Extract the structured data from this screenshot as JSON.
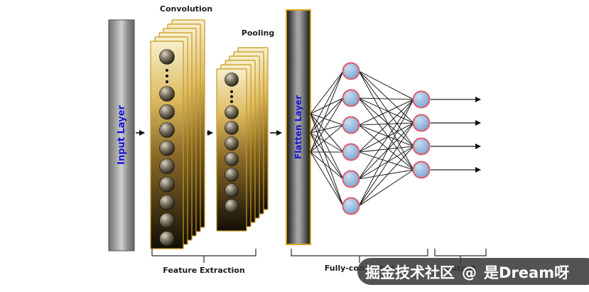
{
  "labels": {
    "convolution": "Convolution",
    "pooling": "Pooling",
    "input_layer": "Input Layer",
    "flatten_layer": "Flatten Layer",
    "feature_extraction": "Feature Extraction",
    "fully_connected": "Fully-connected",
    "output": "Output"
  },
  "watermark": {
    "community": "掘金技术社区",
    "at": "@",
    "author": "是Dream呀"
  },
  "colors": {
    "label_blue": "#1512d8",
    "gold_border": "#c79a1e",
    "line": "#1f1f1f",
    "neuron_fill": "#93b8dc",
    "neuron_stroke": "#e05a6e",
    "watermark_bg": "rgba(58,58,58,0.87)"
  },
  "network": {
    "conv_layers": 6,
    "conv_units": 10,
    "pooling_layers": 6,
    "pooling_units": 8,
    "hidden_neurons": 6,
    "output_neurons": 4
  }
}
